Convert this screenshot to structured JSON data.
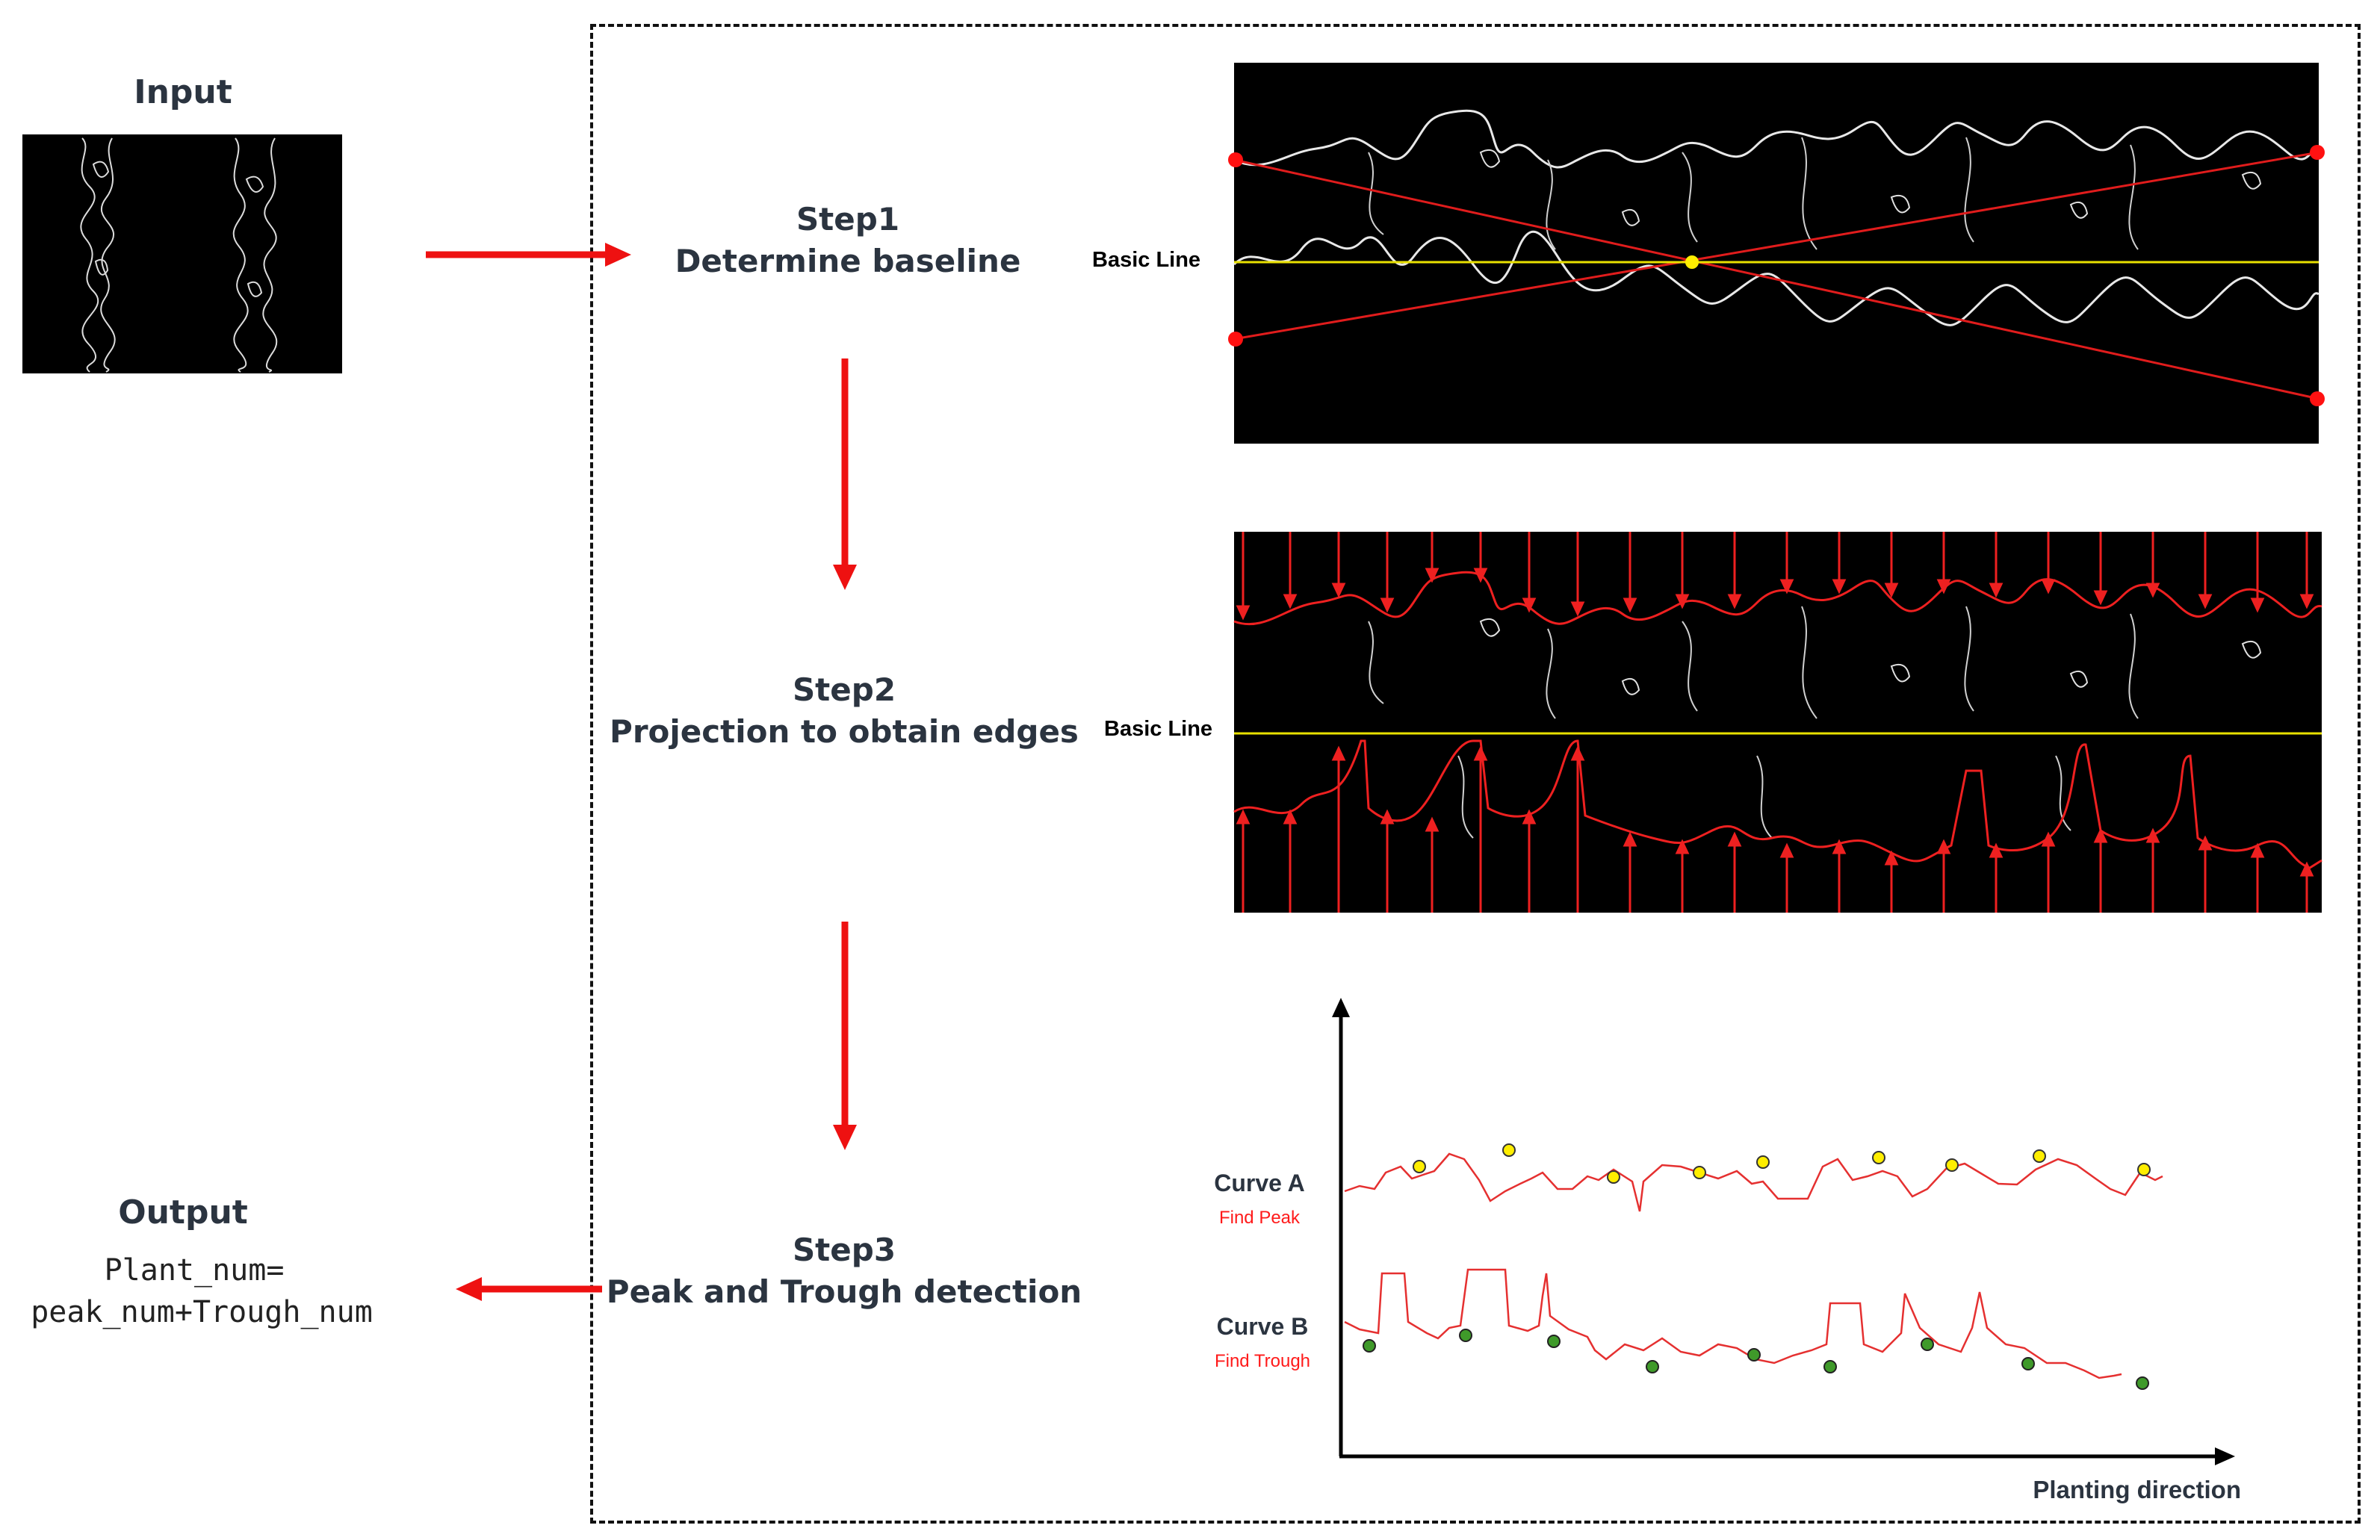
{
  "input": {
    "label": "Input"
  },
  "output": {
    "label": "Output",
    "formula_line1": "Plant_num=",
    "formula_line2": "peak_num+Trough_num"
  },
  "steps": [
    {
      "line1": "Step1",
      "line2": "Determine baseline"
    },
    {
      "line1": "Step2",
      "line2": "Projection to obtain edges"
    },
    {
      "line1": "Step3",
      "line2": "Peak and Trough detection"
    }
  ],
  "panels": {
    "baseline_label": "Basic Line",
    "projection_label": "Basic Line"
  },
  "curves": {
    "curve_a_label": "Curve A",
    "curve_a_sub": "Find Peak",
    "curve_b_label": "Curve B",
    "curve_b_sub": "Find Trough",
    "x_axis_label": "Planting direction"
  },
  "colors": {
    "arrow": "#ee1111",
    "baseline": "#e8e000",
    "contour": "#e8e8e8",
    "panel_bg": "#000000",
    "peak_marker": "#ffee00",
    "trough_marker": "#3f9a2a",
    "curve": "#e53030"
  }
}
